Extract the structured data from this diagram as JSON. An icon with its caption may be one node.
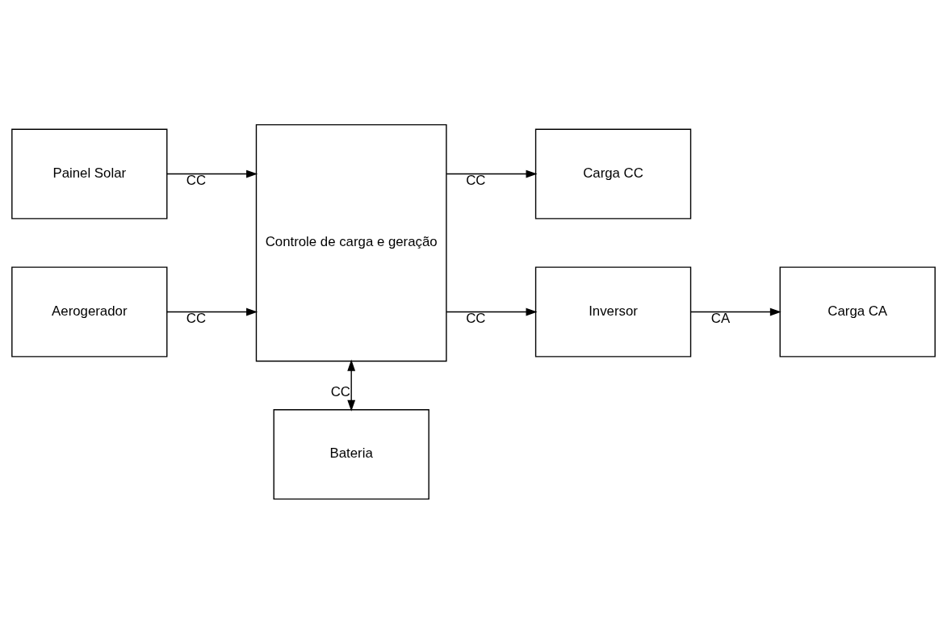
{
  "diagram": {
    "nodes": [
      {
        "text": [
          "Painel Solar"
        ]
      },
      {
        "text": [
          "Aerogerador"
        ]
      },
      {
        "text": [
          "Controle de carga e geração"
        ]
      },
      {
        "text": [
          "Carga CC"
        ]
      },
      {
        "text": [
          "Inversor"
        ]
      },
      {
        "text": [
          "Carga CA"
        ]
      },
      {
        "text": [
          "Bateria"
        ]
      }
    ],
    "edges": [
      {
        "from": 0,
        "to": 2,
        "arrow": "to",
        "label": "CC"
      },
      {
        "from": 1,
        "to": 2,
        "arrow": "to",
        "label": "CC"
      },
      {
        "from": 2,
        "to": 3,
        "arrow": "to",
        "label": "CC"
      },
      {
        "from": 2,
        "to": 4,
        "arrow": "to",
        "label": "CC"
      },
      {
        "from": 4,
        "to": 5,
        "arrow": "to",
        "label": "CA"
      },
      {
        "from": 2,
        "to": 6,
        "arrow": "both",
        "label": "CC"
      }
    ]
  }
}
